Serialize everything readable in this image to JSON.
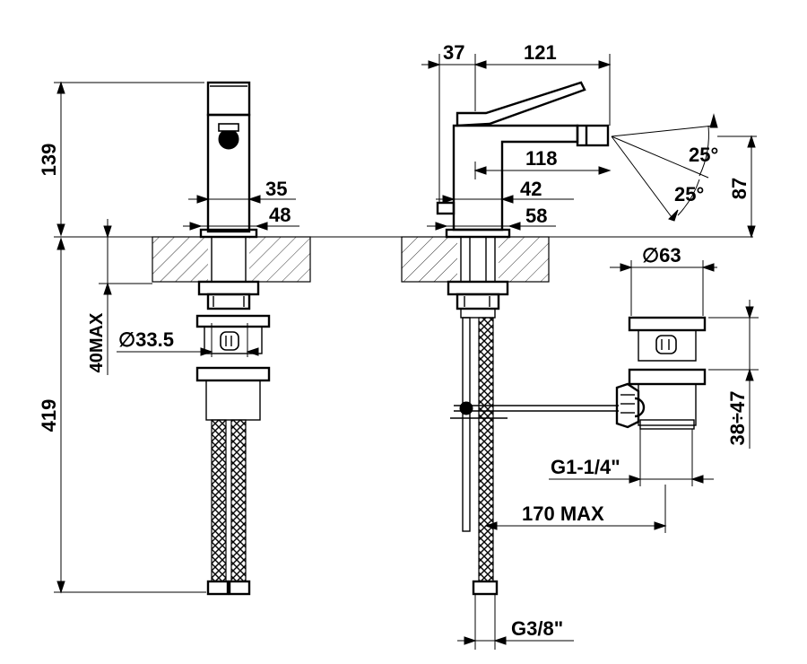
{
  "diagram": {
    "front_view": {
      "spout_height": "139",
      "body_width": "35",
      "base_width": "48",
      "max_deck_thickness": "40MAX",
      "hole_diameter": "∅33.5",
      "total_below_deck": "419"
    },
    "side_view": {
      "lever_offset": "37",
      "lever_reach": "121",
      "spout_reach": "118",
      "body_depth": "42",
      "base_depth": "58",
      "spray_angle_upper": "25°",
      "spray_angle_lower": "25°",
      "outlet_height": "87"
    },
    "waste": {
      "flange_diameter": "∅63",
      "adjustable_height": "38÷47",
      "waste_thread": "G1-1/4\"",
      "rod_length": "170 MAX",
      "supply_thread": "G3/8\""
    }
  }
}
